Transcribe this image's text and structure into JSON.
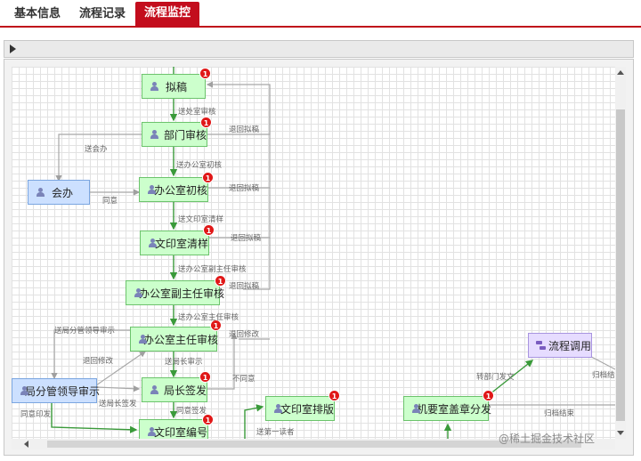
{
  "tabs": [
    {
      "label": "基本信息",
      "active": false
    },
    {
      "label": "流程记录",
      "active": false
    },
    {
      "label": "流程监控",
      "active": true
    }
  ],
  "nodes": {
    "draft": {
      "label": "拟稿",
      "badge": "1"
    },
    "dept_review": {
      "label": "部门审核",
      "badge": "1"
    },
    "countersign": {
      "label": "会办"
    },
    "office_initial": {
      "label": "办公室初核",
      "badge": "1"
    },
    "print_clean": {
      "label": "文印室清样",
      "badge": "1"
    },
    "office_deputy": {
      "label": "办公室副主任审核",
      "badge": "1"
    },
    "office_director": {
      "label": "办公室主任审核",
      "badge": "1"
    },
    "bureau_leader": {
      "label": "局分管领导审示"
    },
    "director_sign": {
      "label": "局长签发",
      "badge": "1"
    },
    "print_number": {
      "label": "文印室编号",
      "badge": "1"
    },
    "print_layout": {
      "label": "文印室排版",
      "badge": "1"
    },
    "seal_dispatch": {
      "label": "机要室盖章分发",
      "badge": "1"
    },
    "process_call": {
      "label": "流程调用"
    }
  },
  "edge_labels": {
    "to_office_review": "送处室审核",
    "return_draft_1": "退回拟稿",
    "to_countersign": "送会办",
    "agree_1": "同意",
    "to_office_initial": "送办公室初核",
    "return_draft_2": "退回拟稿",
    "to_print_clean": "送文印室清样",
    "return_draft_3": "退回拟稿",
    "to_office_deputy": "送办公室副主任审核",
    "return_draft_4": "退回拟稿",
    "to_office_director": "送办公室主任审核",
    "to_bureau_leader": "送局分管领导审示",
    "return_modify_1": "退回修改",
    "return_modify_2": "退回修改",
    "to_director_sign": "送局长审示",
    "to_director_sign_2": "送局长签发",
    "disagree": "不同意",
    "agree_print": "同意印发",
    "agree_sign": "同意签发",
    "to_first_reader": "送第一读者",
    "to_dept_send": "转部门发文",
    "archive_end_1": "归档结束",
    "archive_end_2": "归档结"
  },
  "watermark": "@稀土掘金技术社区",
  "colors": {
    "accent": "#c30d1d",
    "node_green": "#ccffcc",
    "node_blue": "#cce0ff",
    "node_purple": "#e6dcff",
    "edge_green": "#3a9a3a",
    "edge_gray": "#a8a8a8",
    "badge": "#e01818"
  }
}
